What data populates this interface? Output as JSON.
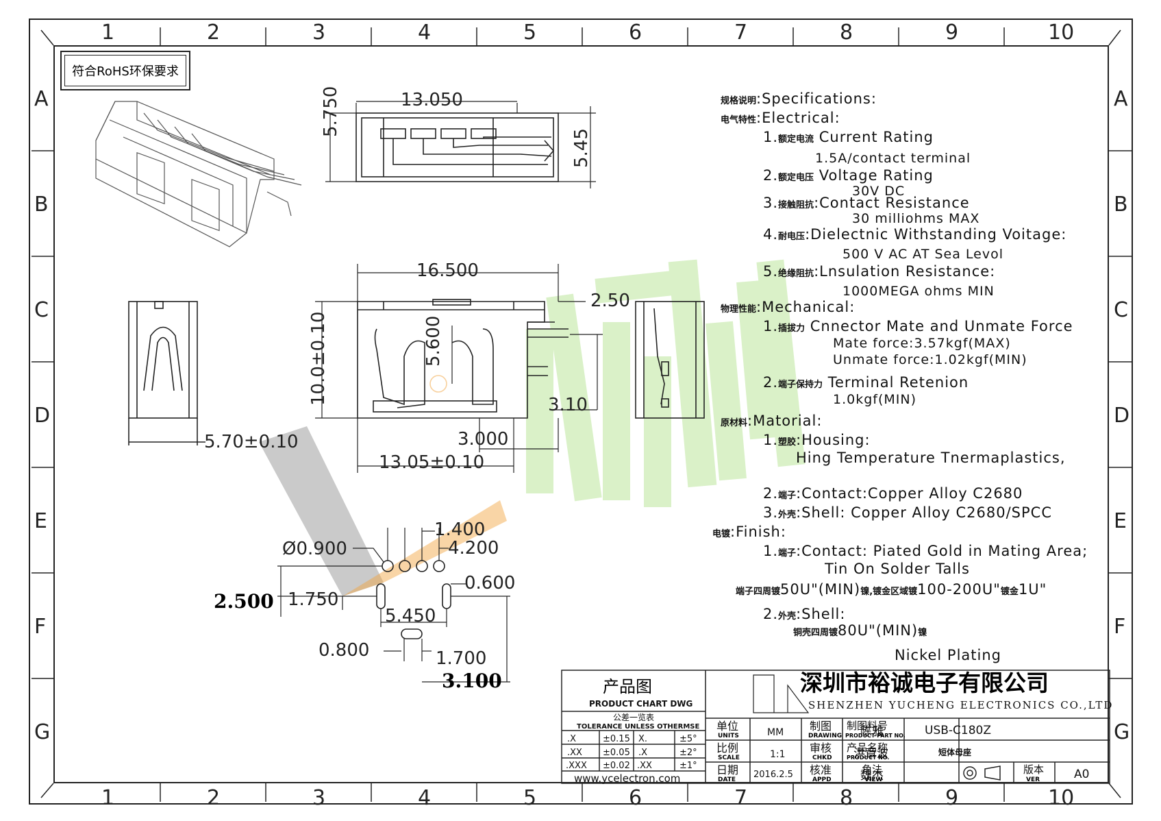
{
  "frame": {
    "columns": [
      "1",
      "2",
      "3",
      "4",
      "5",
      "6",
      "7",
      "8",
      "9",
      "10"
    ],
    "rows": [
      "A",
      "B",
      "C",
      "D",
      "E",
      "F",
      "G"
    ]
  },
  "rohs_note": "符合RoHS环保要求",
  "specs": {
    "title_zh": "规格说明",
    "title": ":Specifications:",
    "electrical_zh": "电气特性",
    "electrical": ":Electrical:",
    "e1_num": "1.",
    "e1_zh": "额定电流",
    "e1": " Current  Rating",
    "e1_val": "1.5A/contact  terminal",
    "e2_num": "2.",
    "e2_zh": "额定电压",
    "e2": " Voltage  Rating",
    "e2_val": "30V  DC",
    "e3_num": "3.",
    "e3_zh": "接触阻抗",
    "e3": ":Contact  Resistance",
    "e3_val": "30  milliohms  MAX",
    "e4_num": "4.",
    "e4_zh": "耐电压",
    "e4": ":Dielectnic  Withstanding  Voitage:",
    "e4_val": "500  V  AC  AT  Sea  Levol",
    "e5_num": "5.",
    "e5_zh": "绝缘阻抗",
    "e5": ":Lnsulation  Resistance:",
    "e5_val": "1000MEGA  ohms  MIN",
    "mech_zh": "物理性能",
    "mech": ":Mechanical:",
    "m1_num": "1.",
    "m1_zh": "插拔力",
    "m1": " Cnnector  Mate  and  Unmate  Force",
    "m1_val1": "Mate  force:3.57kgf(MAX)",
    "m1_val2": "Unmate  force:1.02kgf(MIN)",
    "m2_num": "2.",
    "m2_zh": "端子保持力",
    "m2": " Terminal  Retenion",
    "m2_val": "1.0kgf(MIN)",
    "mat_zh": "原材料",
    "mat": ":Matorial:",
    "h_num": "1.",
    "h_zh": "塑胶",
    "h": ":Housing:",
    "h_val": "Hing  Temperature    Tnermaplastics,",
    "c_num": "2.",
    "c_zh": "端子",
    "c": ":Contact:Copper  Alloy  C2680",
    "s_num": "3.",
    "s_zh": "外壳",
    "s": ":Shell:  Copper  Alloy  C2680/SPCC",
    "fin_zh": "电镀",
    "fin": ":Finish:",
    "f1_num": "1.",
    "f1_zh": "端子",
    "f1": ":Contact:  Piated  Gold  in  Mating  Area;",
    "f1_val": "Tin  On  Solder  Talls",
    "f1_cn_a": "端子四周镀",
    "f1_cn_b": "50U\"(MIN)",
    "f1_cn_c": "镍,镀金区域镀",
    "f1_cn_d": "100-200U\"",
    "f1_cn_e": "镀金",
    "f1_cn_f": "1U\"",
    "f2_num": "2.",
    "f2_zh": "外壳",
    "f2": ":Shell:",
    "f2_cn_a": "铜壳四周镀",
    "f2_cn_b": "80U\"(MIN)",
    "f2_cn_c": "镍",
    "f2_val": "Nickel  Plating"
  },
  "dims": {
    "top_width": "13.050",
    "top_height": "5.750",
    "top_right": "5.45",
    "front_width": "16.500",
    "front_height": "10.0±0.10",
    "front_inner": "5.600",
    "front_tab": "2.50",
    "front_310": "3.10",
    "front_3000": "3.000",
    "front_bottom": "13.05±0.10",
    "side_width": "5.70±0.10",
    "pcb_dia": "Ø0.900",
    "pcb_1400": "1.400",
    "pcb_4200": "4.200",
    "pcb_2500": "2.500",
    "pcb_1750": "1.750",
    "pcb_0600": "0.600",
    "pcb_5450": "5.450",
    "pcb_0800": "0.800",
    "pcb_1700": "1.700",
    "pcb_3100": "3.100"
  },
  "title_block": {
    "chart_zh": "产品图",
    "chart_en": "PRODUCT CHART DWG",
    "tol_zh": "公差一览表",
    "tol_en": "TOLERANCE UNLESS OTHERMSE",
    "tol_rows": [
      [
        ".X",
        "±0.15",
        "X.",
        "±5°"
      ],
      [
        ".XX",
        "±0.05",
        ".X",
        "±2°"
      ],
      [
        ".XXX",
        "±0.02",
        ".XX",
        "±1°"
      ]
    ],
    "website": "www.ycelectron.com",
    "company_zh": "深圳市裕诚电子有限公司",
    "company_en": "SHENZHEN YUCHENG ELECTRONICS CO.,LTD",
    "unit_zh": "单位",
    "unit_en": "UNITS",
    "unit_val": "MM",
    "scale_zh": "比例",
    "scale_en": "SCALE",
    "scale_val": "1:1",
    "date_zh": "日期",
    "date_en": "DATE",
    "date_val": "2016.2.5",
    "drawing_zh": "制图",
    "drawing_en": "DRAWING",
    "drawing_val": "陈雅",
    "check_zh": "审核",
    "check_en": "CHKD",
    "check_val": "洪章波",
    "appd_zh": "核准",
    "appd_en": "APPD",
    "appd_val": "魏杰",
    "part_zh": "制图料号",
    "part_en": "PRODUCT PART NO.",
    "part_val": "USB-C180Z",
    "name_zh": "产品名称",
    "name_en": "PRODUCT  NO.",
    "name_val": "短体母座",
    "view_zh": "角法",
    "view_en": "VIEW",
    "ver_zh": "版本",
    "ver_en": "VER",
    "ver_val": "A0"
  },
  "watermark_color": "#7ccf3c",
  "watermark_grey": "#9e9e9e",
  "watermark_orange": "#f2a23a",
  "line_color": "#222222"
}
